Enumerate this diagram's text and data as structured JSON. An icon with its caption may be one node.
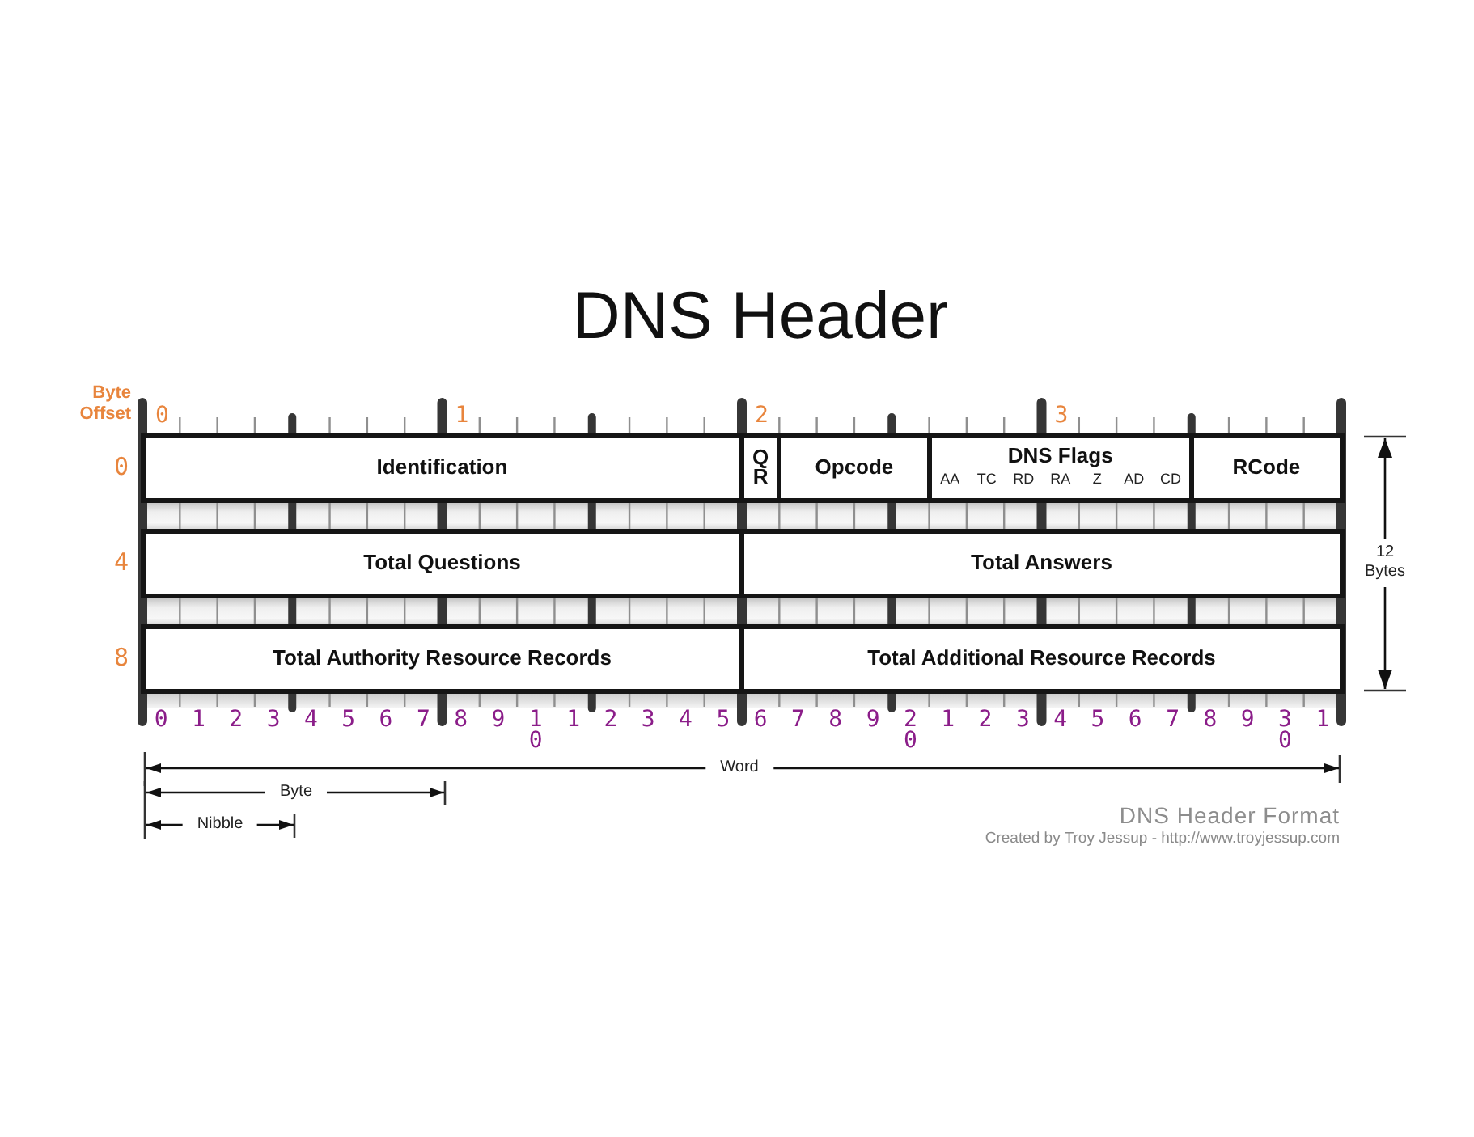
{
  "diagram": {
    "title": "DNS Header",
    "caption": "DNS Header Format",
    "nodes": [
      {
        "text": [
          "Identification"
        ]
      },
      {
        "text": [
          "Q R"
        ]
      },
      {
        "text": [
          "Opcode"
        ]
      },
      {
        "text": [
          "DNS Flags",
          "AA",
          "TC",
          "RD",
          "RA",
          "Z",
          "AD",
          "CD"
        ]
      },
      {
        "text": [
          "RCode"
        ]
      },
      {
        "text": [
          "Total Questions"
        ]
      },
      {
        "text": [
          "Total Answers"
        ]
      },
      {
        "text": [
          "Total Authority Resource Records"
        ]
      },
      {
        "text": [
          "Total Additional Resource Records"
        ]
      }
    ],
    "labels": [
      "Byte Offset",
      "0",
      "1",
      "2",
      "3",
      "0",
      "4",
      "12 Bytes",
      "8",
      "0",
      "1",
      "2",
      "3",
      "4",
      "5",
      "6",
      "7",
      "8",
      "9",
      "10",
      "1",
      "2",
      "3",
      "4",
      "5",
      "6",
      "7",
      "8",
      "9",
      "20",
      "1",
      "2",
      "3",
      "4",
      "5",
      "6",
      "7",
      "8",
      "9",
      "30",
      "1",
      "Word",
      "Byte",
      "Nibble",
      "Created by Troy Jessup - http://www.troyjessup.com"
    ]
  }
}
